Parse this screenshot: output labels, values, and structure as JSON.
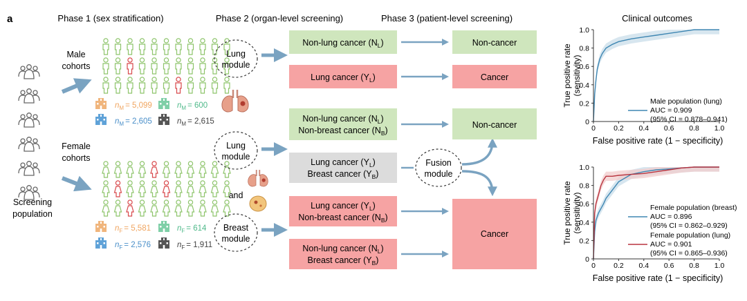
{
  "panel_label": "a",
  "phases": {
    "phase1": "Phase 1 (sex stratification)",
    "phase2": "Phase 2 (organ-level screening)",
    "phase3": "Phase 3 (patient-level screening)",
    "clinical": "Clinical outcomes"
  },
  "screening": {
    "line1": "Screening",
    "line2": "population"
  },
  "male": {
    "label_line1": "Male",
    "label_line2": "cohorts",
    "counts": [
      {
        "center": "orange",
        "sym": "n",
        "sub": "M",
        "value": "= 5,099"
      },
      {
        "center": "green",
        "sym": "n",
        "sub": "M",
        "value": "= 600"
      },
      {
        "center": "blue",
        "sym": "n",
        "sub": "M",
        "value": "= 2,605"
      },
      {
        "center": "gray",
        "sym": "n",
        "sub": "M",
        "value": "= 2,615"
      }
    ]
  },
  "female": {
    "label_line1": "Female",
    "label_line2": "cohorts",
    "counts": [
      {
        "center": "orange",
        "sym": "n",
        "sub": "F",
        "value": "= 5,581"
      },
      {
        "center": "green",
        "sym": "n",
        "sub": "F",
        "value": "= 614"
      },
      {
        "center": "blue",
        "sym": "n",
        "sub": "F",
        "value": "= 2,576"
      },
      {
        "center": "gray",
        "sym": "n",
        "sub": "F",
        "value": "= 1,911"
      }
    ]
  },
  "modules": {
    "lung_male": [
      "Lung",
      "module"
    ],
    "lung_female": [
      "Lung",
      "module"
    ],
    "and": "and",
    "breast": [
      "Breast",
      "module"
    ],
    "fusion": [
      "Fusion",
      "module"
    ]
  },
  "boxes": {
    "male_nonlung": {
      "pre": "Non-lung cancer (N",
      "sub": "L",
      "post": ")"
    },
    "male_lung": {
      "pre": "Lung cancer (Y",
      "sub": "L",
      "post": ")"
    },
    "male_out_noncancer": "Non-cancer",
    "male_out_cancer": "Cancer",
    "f1_l1": {
      "pre": "Non-lung cancer (N",
      "sub": "L",
      "post": ")"
    },
    "f1_l2": {
      "pre": "Non-breast cancer (N",
      "sub": "B",
      "post": ")"
    },
    "f2_l1": {
      "pre": "Lung cancer (Y",
      "sub": "L",
      "post": ")"
    },
    "f2_l2": {
      "pre": "Breast cancer (Y",
      "sub": "B",
      "post": ")"
    },
    "f3_l1": {
      "pre": "Lung cancer (Y",
      "sub": "L",
      "post": ")"
    },
    "f3_l2": {
      "pre": "Non-breast cancer (N",
      "sub": "B",
      "post": ")"
    },
    "f4_l1": {
      "pre": "Non-lung cancer (N",
      "sub": "L",
      "post": ")"
    },
    "f4_l2": {
      "pre": "Breast cancer (Y",
      "sub": "B",
      "post": ")"
    },
    "female_out_noncancer": "Non-cancer",
    "female_out_cancer": "Cancer"
  },
  "colors": {
    "green_box": "#cfe6bd",
    "red_box": "#f6a3a3",
    "gray_box": "#dcdcdc",
    "arrow": "#7aa3c1",
    "male_icon": "#8dc46a",
    "female_icon": "#8dc46a",
    "highlight_icon": "#d8474a",
    "hospital_orange": "#f0b57c",
    "hospital_green": "#7fcfa7",
    "hospital_blue": "#5fa2d8",
    "hospital_gray": "#555555",
    "roc_blue": "#3e86b2",
    "roc_red": "#b8343f",
    "roc_blue_band": "#c9dde9",
    "roc_red_band": "#f2cccc"
  },
  "chart_data": [
    {
      "type": "line",
      "title": "",
      "xlabel": "False positive rate (1 − specificity)",
      "ylabel": [
        "True positive rate",
        "(sensitivity)"
      ],
      "xlim": [
        0,
        1
      ],
      "ylim": [
        0,
        1
      ],
      "xticks": [
        "0",
        "0.2",
        "0.4",
        "0.6",
        "0.8",
        "1.0"
      ],
      "yticks": [
        "0",
        "0.2",
        "0.4",
        "0.6",
        "0.8",
        "1.0"
      ],
      "series": [
        {
          "name": "Male population (lung)",
          "color": "#3e86b2",
          "auc": "AUC = 0.909",
          "ci": "(95% CI = 0.878–0.941)",
          "x": [
            0,
            0.01,
            0.02,
            0.03,
            0.05,
            0.07,
            0.1,
            0.15,
            0.2,
            0.3,
            0.4,
            0.5,
            0.6,
            0.7,
            0.8,
            0.9,
            1.0
          ],
          "y": [
            0,
            0.3,
            0.45,
            0.57,
            0.68,
            0.74,
            0.8,
            0.84,
            0.87,
            0.9,
            0.92,
            0.94,
            0.96,
            0.98,
            1.0,
            1.0,
            1.0
          ],
          "band": 0.05
        }
      ],
      "legend_position": "bottom-right"
    },
    {
      "type": "line",
      "title": "",
      "xlabel": "False positive rate (1 − specificity)",
      "ylabel": [
        "True positive rate",
        "(sensitivity)"
      ],
      "xlim": [
        0,
        1
      ],
      "ylim": [
        0,
        1
      ],
      "xticks": [
        "0",
        "0.2",
        "0.4",
        "0.6",
        "0.8",
        "1.0"
      ],
      "yticks": [
        "0",
        "0.2",
        "0.4",
        "0.6",
        "0.8",
        "1.0"
      ],
      "series": [
        {
          "name": "Female population (breast)",
          "color": "#3e86b2",
          "auc": "AUC = 0.896",
          "ci": "(95% CI = 0.862–0.929)",
          "x": [
            0,
            0.01,
            0.02,
            0.04,
            0.06,
            0.08,
            0.1,
            0.15,
            0.2,
            0.3,
            0.4,
            0.5,
            0.6,
            0.7,
            0.8,
            0.9,
            1.0
          ],
          "y": [
            0,
            0.3,
            0.42,
            0.5,
            0.55,
            0.6,
            0.66,
            0.75,
            0.84,
            0.92,
            0.95,
            0.97,
            0.98,
            0.99,
            1.0,
            1.0,
            1.0
          ],
          "band": 0.05
        },
        {
          "name": "Female population (lung)",
          "color": "#b8343f",
          "auc": "AUC = 0.901",
          "ci": "(95% CI = 0.865–0.936)",
          "x": [
            0,
            0.01,
            0.02,
            0.04,
            0.06,
            0.08,
            0.1,
            0.15,
            0.2,
            0.3,
            0.4,
            0.5,
            0.6,
            0.7,
            0.8,
            0.9,
            1.0
          ],
          "y": [
            0,
            0.5,
            0.6,
            0.7,
            0.8,
            0.86,
            0.9,
            0.9,
            0.91,
            0.92,
            0.93,
            0.95,
            0.97,
            0.99,
            1.0,
            1.0,
            1.0
          ],
          "band": 0.05
        }
      ],
      "legend_position": "bottom-right"
    }
  ]
}
